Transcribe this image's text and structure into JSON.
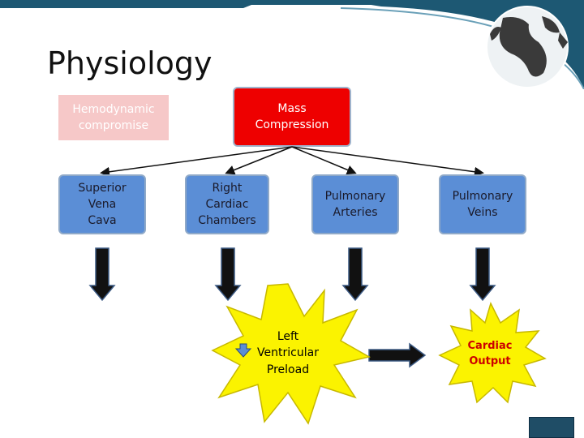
{
  "title": "Physiology",
  "boxes": {
    "hemodynamic": "Hemodynamic\ncompromise",
    "mass": "Mass\nCompression",
    "svc": "Superior\nVena\nCava",
    "rcc": "Right\nCardiac\nChambers",
    "pa": "Pulmonary\nArteries",
    "pv": "Pulmonary\nVeins"
  },
  "stars": {
    "lv": "Left\nVentricular\nPreload",
    "co": "Cardiac\nOutput"
  },
  "colors": {
    "banner": "#1d5873",
    "red_box": "#ee0000",
    "blue_box": "#5b8ed6",
    "pink_box": "#f6c8c8",
    "star": "#fbf300",
    "output_text": "#cc0000"
  }
}
